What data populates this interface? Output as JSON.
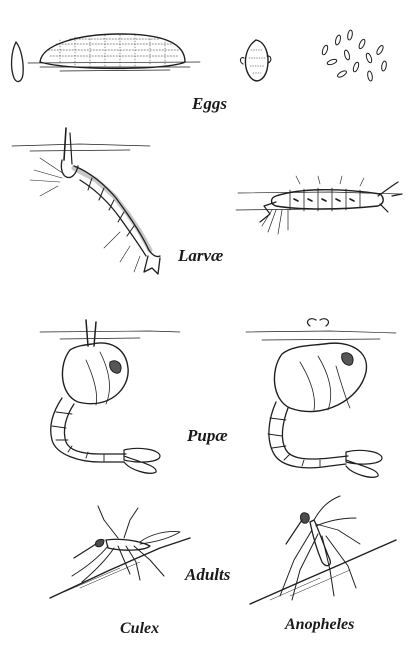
{
  "labels": {
    "eggs": "Eggs",
    "larvae": "Larvæ",
    "pupae": "Pupæ",
    "adults": "Adults",
    "culex": "Culex",
    "anopheles": "Anopheles"
  },
  "colors": {
    "ink": "#1f1f1f",
    "background": "#ffffff"
  }
}
